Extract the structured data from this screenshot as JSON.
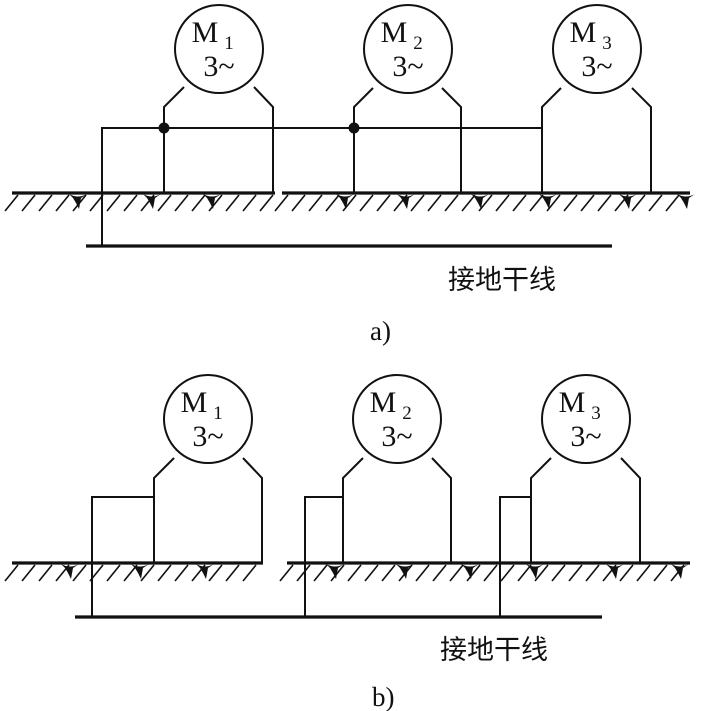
{
  "panels": [
    {
      "caption": "a)",
      "ground_bar_label": "接地干线",
      "motors": [
        {
          "name": "M",
          "index": "1",
          "phase": "3~"
        },
        {
          "name": "M",
          "index": "2",
          "phase": "3~"
        },
        {
          "name": "M",
          "index": "3",
          "phase": "3~"
        }
      ]
    },
    {
      "caption": "b)",
      "ground_bar_label": "接地干线",
      "motors": [
        {
          "name": "M",
          "index": "1",
          "phase": "3~"
        },
        {
          "name": "M",
          "index": "2",
          "phase": "3~"
        },
        {
          "name": "M",
          "index": "3",
          "phase": "3~"
        }
      ]
    }
  ]
}
